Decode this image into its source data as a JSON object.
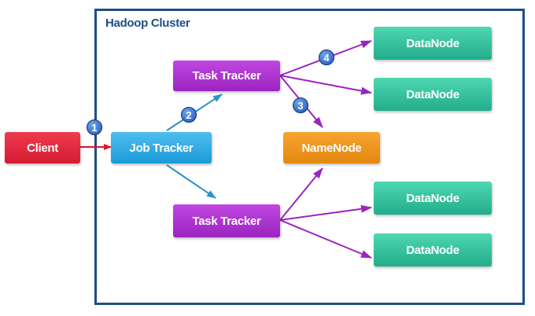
{
  "cluster": {
    "title": "Hadoop Cluster"
  },
  "nodes": {
    "client": "Client",
    "job_tracker": "Job Tracker",
    "task_tracker_top": "Task Tracker",
    "task_tracker_bottom": "Task Tracker",
    "name_node": "NameNode",
    "data_nodes": [
      "DataNode",
      "DataNode",
      "DataNode",
      "DataNode"
    ]
  },
  "steps": [
    "1",
    "2",
    "3",
    "4"
  ],
  "colors": {
    "client": "#d41c33",
    "job_tracker": "#1a9ad8",
    "task_tracker": "#9b24c0",
    "name_node": "#e3870f",
    "data_node": "#22ad8b",
    "cluster_border": "#1f4e87",
    "arrow_red": "#e0142a",
    "arrow_blue": "#2a93c9",
    "arrow_purple": "#9b24c0"
  }
}
